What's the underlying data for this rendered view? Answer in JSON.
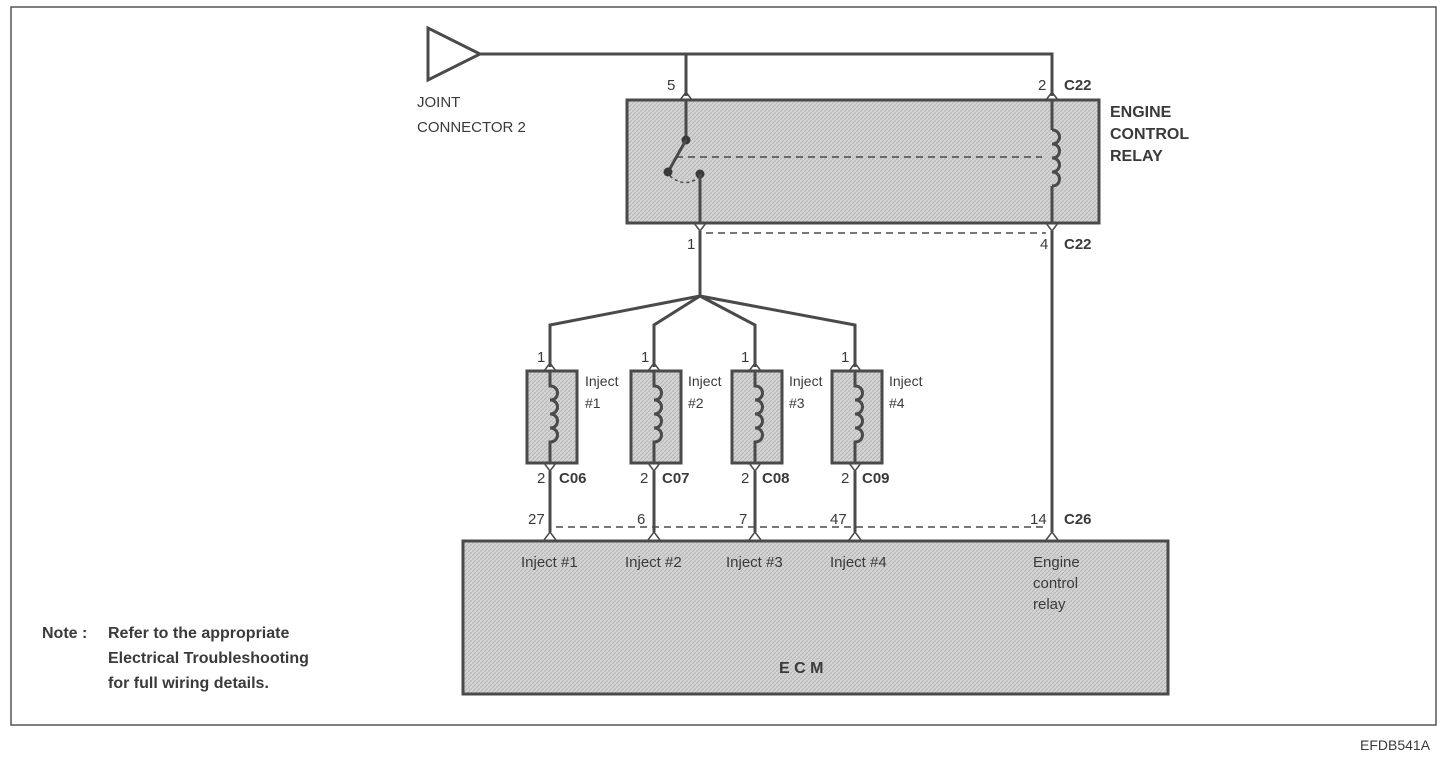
{
  "joint_connector": {
    "line1": "JOINT",
    "line2": "CONNECTOR 2"
  },
  "relay": {
    "line1": "ENGINE",
    "line2": "CONTROL",
    "line3": "RELAY",
    "pin_top_left": "5",
    "pin_top_right": "2",
    "connector_top": "C22",
    "pin_bottom_left": "1",
    "pin_bottom_right": "4",
    "connector_bottom": "C22"
  },
  "injectors": [
    {
      "label": "Inject",
      "number": "#1",
      "pin_top": "1",
      "pin_bottom": "2",
      "connector": "C06",
      "ecm_pin": "27",
      "ecm_label": "Inject #1"
    },
    {
      "label": "Inject",
      "number": "#2",
      "pin_top": "1",
      "pin_bottom": "2",
      "connector": "C07",
      "ecm_pin": "6",
      "ecm_label": "Inject #2"
    },
    {
      "label": "Inject",
      "number": "#3",
      "pin_top": "1",
      "pin_bottom": "2",
      "connector": "C08",
      "ecm_pin": "7",
      "ecm_label": "Inject #3"
    },
    {
      "label": "Inject",
      "number": "#4",
      "pin_top": "1",
      "pin_bottom": "2",
      "connector": "C09",
      "ecm_pin": "47",
      "ecm_label": "Inject #4"
    }
  ],
  "ecm": {
    "title": "E C M",
    "relay_pin": "14",
    "connector": "C26",
    "relay_label_line1": "Engine",
    "relay_label_line2": "control",
    "relay_label_line3": "relay"
  },
  "note": {
    "prefix": "Note :",
    "line1": "Refer to the appropriate",
    "line2": "Electrical Troubleshooting",
    "line3": "for full wiring details."
  },
  "figure_code": "EFDB541A",
  "colors": {
    "line": "#4a4a4a",
    "box_fill": "#c8c8c8",
    "frame": "#555555"
  }
}
